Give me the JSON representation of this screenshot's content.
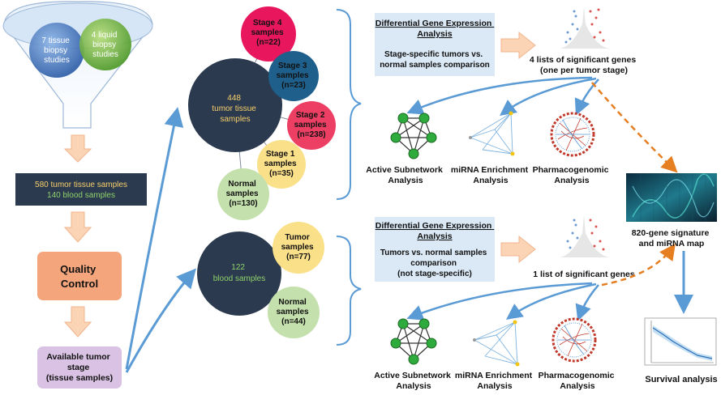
{
  "funnel": {
    "tissue": [
      "7 tissue",
      "biopsy",
      "studies"
    ],
    "liquid": [
      "4 liquid",
      "biopsy",
      "studies"
    ]
  },
  "samples_box": {
    "tissue": "580 tumor tissue samples",
    "blood": "140 blood samples"
  },
  "quality_control": [
    "Quality",
    "Control"
  ],
  "available_stage": [
    "Available tumor",
    "stage",
    "(tissue samples)"
  ],
  "tumor_hub": {
    "count": "448",
    "label": [
      "tumor tissue",
      "samples"
    ]
  },
  "stages": [
    {
      "lines": [
        "Stage 4",
        "samples",
        "(n=22)"
      ]
    },
    {
      "lines": [
        "Stage 3",
        "samples",
        "(n=23)"
      ]
    },
    {
      "lines": [
        "Stage 2",
        "samples",
        "(n=238)"
      ]
    },
    {
      "lines": [
        "Stage 1",
        "samples",
        "(n=35)"
      ]
    },
    {
      "lines": [
        "Normal",
        "samples",
        "(n=130)"
      ]
    }
  ],
  "blood_hub": {
    "count": "122",
    "label": "blood samples"
  },
  "blood_groups": [
    {
      "lines": [
        "Tumor",
        "samples",
        "(n=77)"
      ]
    },
    {
      "lines": [
        "Normal",
        "samples",
        "(n=44)"
      ]
    }
  ],
  "dge_top": {
    "title": [
      "Differential Gene Expression",
      "Analysis"
    ],
    "desc": [
      "Stage-specific tumors vs.",
      "normal samples comparison"
    ]
  },
  "dge_bottom": {
    "title": [
      "Differential Gene Expression",
      "Analysis"
    ],
    "desc": [
      "Tumors vs. normal samples",
      "comparison",
      "(not stage-specific)"
    ]
  },
  "genes_top": [
    "4 lists of significant genes",
    "(one per tumor stage)"
  ],
  "genes_bottom": "1 list of significant genes",
  "analyses_top": {
    "active": [
      "Active Subnetwork",
      "Analysis"
    ],
    "mirna": [
      "miRNA Enrichment",
      "Analysis"
    ],
    "pharma": [
      "Pharmacogenomic",
      "Analysis"
    ]
  },
  "analyses_bottom": {
    "active": [
      "Active Subnetwork",
      "Analysis"
    ],
    "mirna": [
      "miRNA Enrichment",
      "Analysis"
    ],
    "pharma": [
      "Pharmacogenomic",
      "Analysis"
    ]
  },
  "signature": [
    "820-gene signature",
    "and miRNA map"
  ],
  "survival": "Survival analysis",
  "colors": {
    "hub": "#2b3a4e",
    "stage4": "#e8175d",
    "stage3": "#1f5f8b",
    "stage2": "#ec3f63",
    "stage1": "#fbe08a",
    "normal": "#c4e0ac",
    "arrow_blue": "#5b9bd5",
    "arrow_orange": "#e67e22",
    "box_blue": "#dbe9f6",
    "qc": "#f4a57c",
    "stage_box": "#d9c2e3"
  }
}
